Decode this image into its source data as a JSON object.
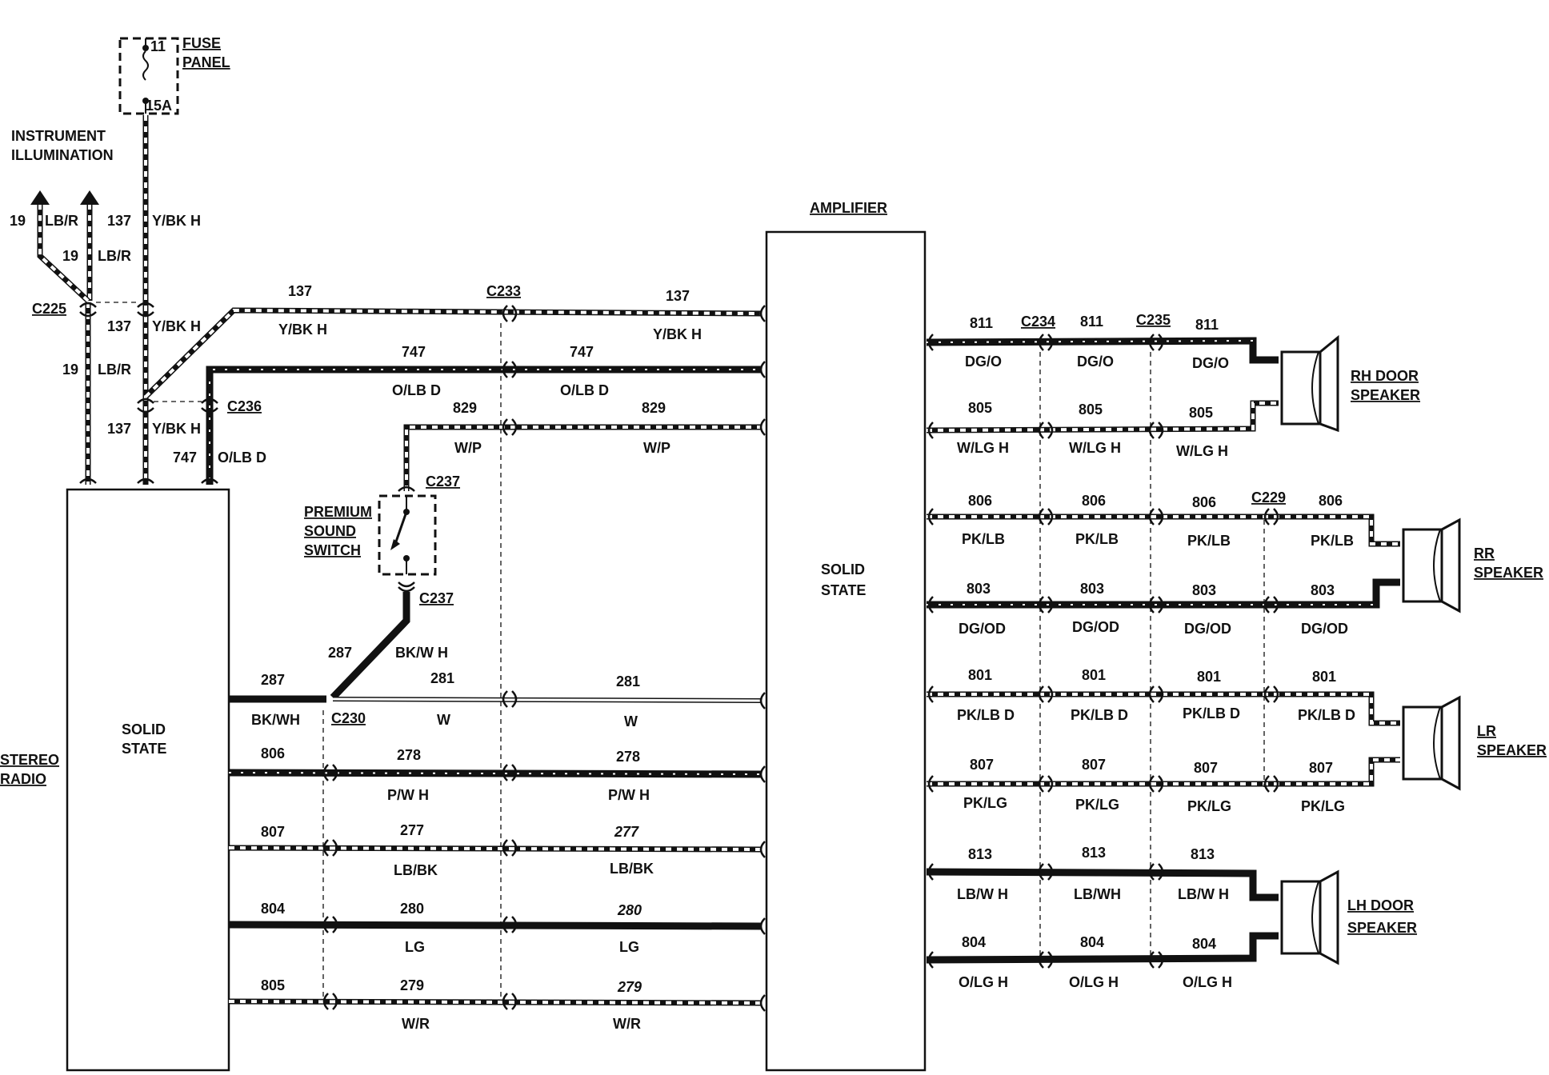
{
  "labels": {
    "fuse_panel_1": "FUSE",
    "fuse_panel_2": "PANEL",
    "fuse_num": "11",
    "fuse_amp": "15A",
    "instr_1": "INSTRUMENT",
    "instr_2": "ILLUMINATION",
    "amplifier": "AMPLIFIER",
    "stereo_1": "STEREO",
    "stereo_2": "RADIO",
    "radio_solid_1": "SOLID",
    "radio_solid_2": "STATE",
    "amp_solid_1": "SOLID",
    "amp_solid_2": "STATE",
    "premium_1": "PREMIUM",
    "premium_2": "SOUND",
    "premium_3": "SWITCH",
    "rh_door_1": "RH DOOR",
    "rh_door_2": "SPEAKER",
    "rr_1": "RR",
    "rr_2": "SPEAKER",
    "lr_1": "LR",
    "lr_2": "SPEAKER",
    "lh_door_1": "LH DOOR",
    "lh_door_2": "SPEAKER"
  },
  "connectors": {
    "c225": "C225",
    "c236": "C236",
    "c233": "C233",
    "c237a": "C237",
    "c237b": "C237",
    "c230": "C230",
    "c234": "C234",
    "c235": "C235",
    "c229": "C229"
  },
  "circuits": {
    "v137_top_n": "137",
    "v137_top_c": "Y/BK H",
    "v19a_n": "19",
    "v19a_c": "LB/R",
    "v19b_n": "19",
    "v19b_c": "LB/R",
    "v137_mid_n": "137",
    "v137_mid_c": "Y/BK H",
    "v19_low_n": "19",
    "v19_low_c": "LB/R",
    "v137_low_n": "137",
    "v137_low_c": "Y/BK H",
    "v747_n": "747",
    "v747_c": "O/LB D",
    "h137a_n": "137",
    "h137a_c": "Y/BK H",
    "h137b_n": "137",
    "h137b_c": "Y/BK H",
    "h747a_n": "747",
    "h747a_c": "O/LB D",
    "h747b_n": "747",
    "h747b_c": "O/LB D",
    "h829a_n": "829",
    "h829a_c": "W/P",
    "h829b_n": "829",
    "h829b_c": "W/P",
    "d287_n": "287",
    "d287_c": "BK/W H",
    "r287_n": "287",
    "r287_c": "BK/WH",
    "r281a_n": "281",
    "r281a_c": "W",
    "r281b_n": "281",
    "r281b_c": "W",
    "r806_n": "806",
    "r278a_n": "278",
    "r278a_c": "P/W H",
    "r278b_n": "278",
    "r278b_c": "P/W H",
    "r807_n": "807",
    "r277a_n": "277",
    "r277a_c": "LB/BK",
    "r277b_n": "277",
    "r277b_c": "LB/BK",
    "r804_n": "804",
    "r280a_n": "280",
    "r280a_c": "LG",
    "r280b_n": "280",
    "r280b_c": "LG",
    "r805_n": "805",
    "r279a_n": "279",
    "r279a_c": "W/R",
    "r279b_n": "279",
    "r279b_c": "W/R",
    "s811_n": "811",
    "s811_c": "DG/O",
    "s805_n": "805",
    "s805_c": "W/LG H",
    "s806_n": "806",
    "s806_c": "PK/LB",
    "s803_n": "803",
    "s803_c": "DG/OD",
    "s801_n": "801",
    "s801_c": "PK/LB D",
    "s807_n": "807",
    "s807_c": "PK/LG",
    "s813_n": "813",
    "s813_c1": "LB/W H",
    "s813_c2": "LB/WH",
    "s804_n": "804",
    "s804_c": "O/LG H"
  }
}
